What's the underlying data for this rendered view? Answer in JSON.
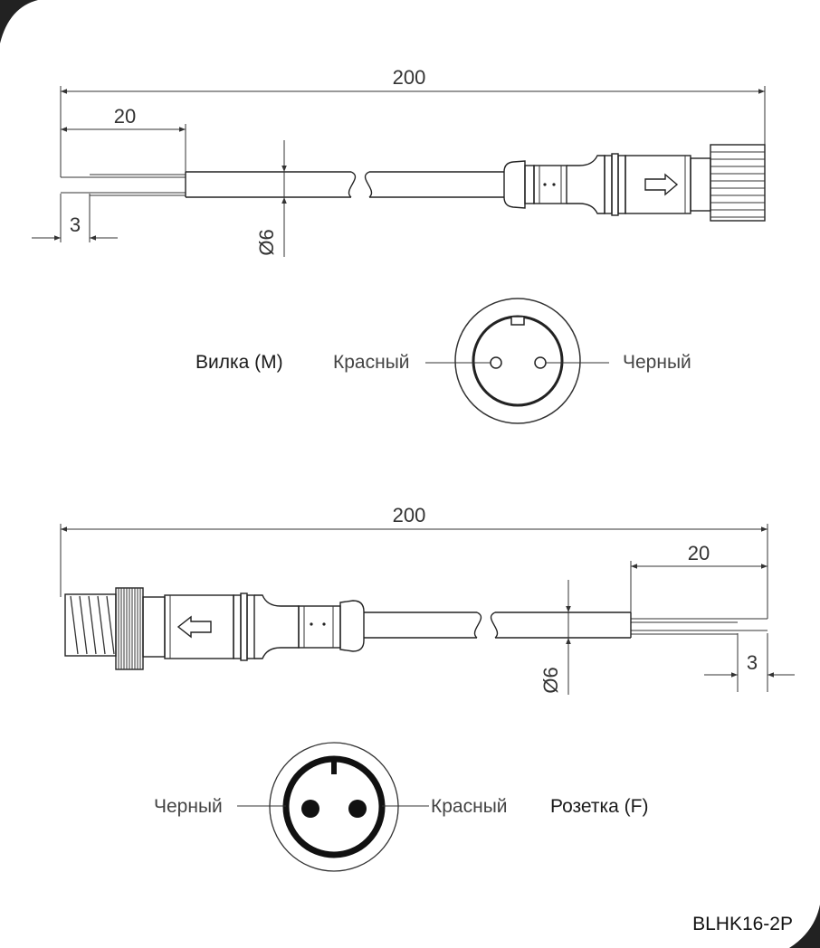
{
  "plug": {
    "length_label": "200",
    "strip_label": "20",
    "wire_tip_label": "3",
    "diameter_label": "Ø6",
    "title": "Вилка (M)",
    "left_wire": "Красный",
    "right_wire": "Черный"
  },
  "socket": {
    "length_label": "200",
    "strip_label": "20",
    "wire_tip_label": "3",
    "diameter_label": "Ø6",
    "title": "Розетка (F)",
    "left_wire": "Черный",
    "right_wire": "Красный"
  },
  "model_code": "BLHK16-2P"
}
